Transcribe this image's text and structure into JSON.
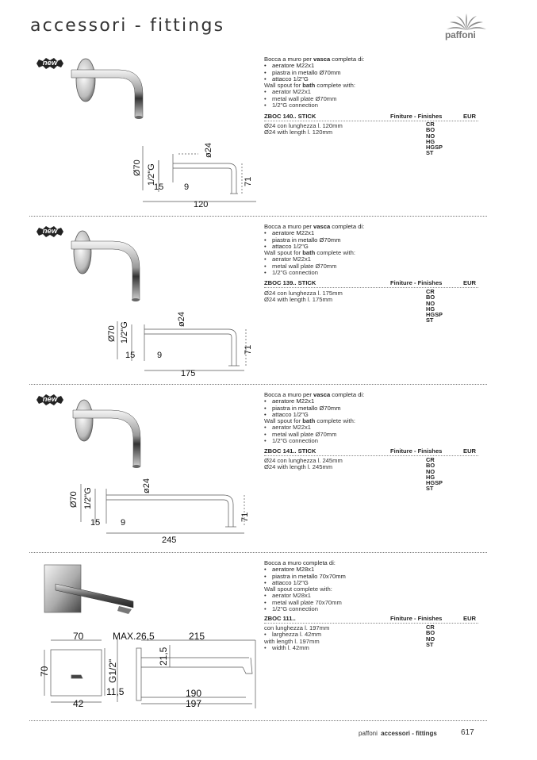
{
  "header": {
    "title": "accessori - fittings",
    "brand": "paffoni"
  },
  "badge_label": "new",
  "labels": {
    "finishes_header": "Finiture - Finishes",
    "currency": "EUR"
  },
  "products": [
    {
      "code": "ZBOC 140..  STICK",
      "desc_it_head": "Bocca a muro per ",
      "desc_it_bold": "vasca",
      "desc_it_tail": " completa di:",
      "it_items": [
        "aeratore M22x1",
        "piastra in metallo Ø70mm",
        "attacco 1/2\"G"
      ],
      "desc_en_head": "Wall spout for ",
      "desc_en_bold": "bath",
      "desc_en_tail": " complete with:",
      "en_items": [
        "aerator M22x1",
        "metal wall plate Ø70mm",
        "1/2\"G connection"
      ],
      "size_it": "Ø24 con lunghezza l. 120mm",
      "size_en": "Ø24 with length l. 120mm",
      "finishes": [
        "CR",
        "BO",
        "NO",
        "HG",
        "HGSP",
        "ST"
      ],
      "dims": {
        "plate": "Ø70",
        "thread": "1/2\"G",
        "pipe": "ø24",
        "d1": "15",
        "d2": "9",
        "length": "120",
        "height": "71"
      }
    },
    {
      "code": "ZBOC 139..  STICK",
      "desc_it_head": "Bocca a muro per ",
      "desc_it_bold": "vasca",
      "desc_it_tail": " completa di:",
      "it_items": [
        "aeratore M22x1",
        "piastra in metallo Ø70mm",
        "attacco 1/2\"G"
      ],
      "desc_en_head": "Wall spout for ",
      "desc_en_bold": "bath",
      "desc_en_tail": " complete with:",
      "en_items": [
        "aerator M22x1",
        "metal wall plate Ø70mm",
        "1/2\"G connection"
      ],
      "size_it": "Ø24 con lunghezza l. 175mm",
      "size_en": "Ø24 with length l. 175mm",
      "finishes": [
        "CR",
        "BO",
        "NO",
        "HG",
        "HGSP",
        "ST"
      ],
      "dims": {
        "plate": "Ø70",
        "thread": "1/2\"G",
        "pipe": "ø24",
        "d1": "15",
        "d2": "9",
        "length": "175",
        "height": "71"
      }
    },
    {
      "code": "ZBOC 141..  STICK",
      "desc_it_head": "Bocca a muro per ",
      "desc_it_bold": "vasca",
      "desc_it_tail": " completa di:",
      "it_items": [
        "aeratore M22x1",
        "piastra in metallo Ø70mm",
        "attacco 1/2\"G"
      ],
      "desc_en_head": "Wall spout for ",
      "desc_en_bold": "bath",
      "desc_en_tail": " complete with:",
      "en_items": [
        "aerator M22x1",
        "metal wall plate Ø70mm",
        "1/2\"G connection"
      ],
      "size_it": "Ø24 con lunghezza l. 245mm",
      "size_en": "Ø24 with length l. 245mm",
      "finishes": [
        "CR",
        "BO",
        "NO",
        "HG",
        "HGSP",
        "ST"
      ],
      "dims": {
        "plate": "Ø70",
        "thread": "1/2\"G",
        "pipe": "ø24",
        "d1": "15",
        "d2": "9",
        "length": "245",
        "height": "71"
      }
    },
    {
      "code": "ZBOC 111..",
      "desc_it_head": "Bocca a muro completa di:",
      "it_items": [
        "aeratore M28x1",
        "piastra in metallo 70x70mm",
        "attacco 1/2\"G"
      ],
      "desc_en_head": "Wall spout complete with:",
      "en_items": [
        "aerator M28x1",
        "metal wall plate 70x70mm",
        "1/2\"G connection"
      ],
      "size_it": "con lunghezza l. 197mm",
      "size_it_item": "larghezza l. 42mm",
      "size_en": "with length l. 197mm",
      "size_en_item": "width l. 42mm",
      "finishes": [
        "CR",
        "BO",
        "NO",
        "ST"
      ],
      "dims": {
        "w": "70",
        "max": "MAX.26,5",
        "total": "215",
        "h": "70",
        "g": "G1/2\"",
        "d215": "21,5",
        "d115": "11,5",
        "inner": "190",
        "outer": "197",
        "depth": "42"
      }
    }
  ],
  "footer": {
    "brand": "paffoni",
    "section": "accessori - fittings",
    "page": "617"
  }
}
